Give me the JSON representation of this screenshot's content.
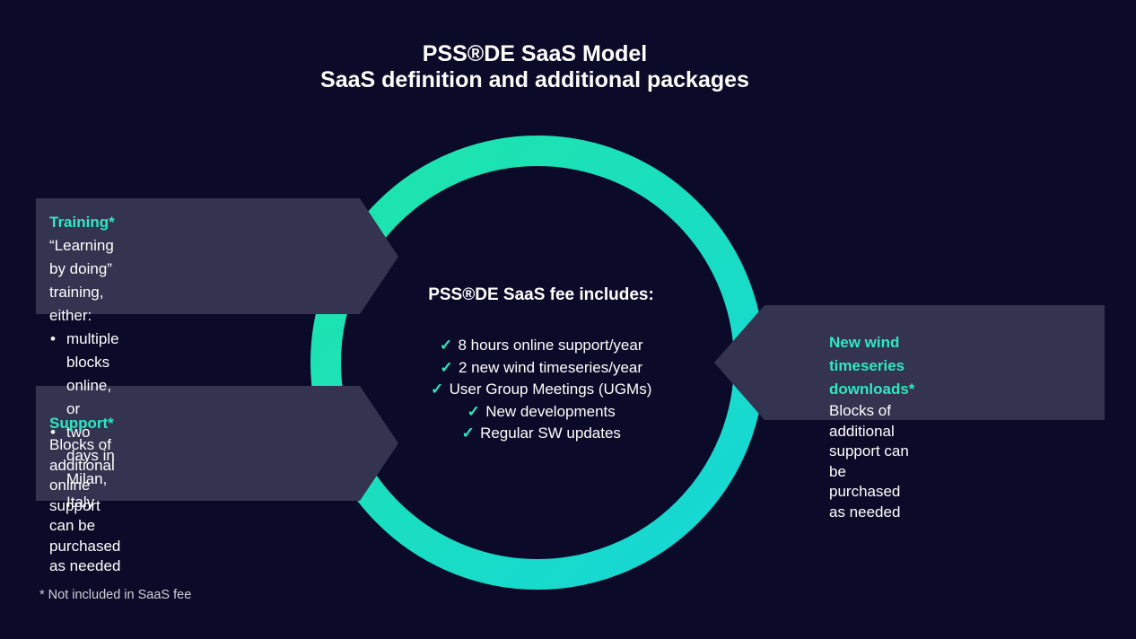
{
  "title": {
    "line1": "PSS®DE SaaS Model",
    "line2": "SaaS definition and additional packages"
  },
  "colors": {
    "background": "#0b0a28",
    "box": "#343350",
    "accent": "#2ee8c0",
    "ring_start": "#1ee6a8",
    "ring_end": "#16d6d8"
  },
  "center": {
    "heading": "PSS®DE SaaS fee includes:",
    "items": [
      "8 hours online support/year",
      "2 new wind timeseries/year",
      "User Group Meetings (UGMs)",
      "New developments",
      "Regular SW updates"
    ],
    "item_icon": "check-icon"
  },
  "training": {
    "heading": "Training*",
    "intro": "“Learning by doing” training,  either:",
    "bullets": [
      "multiple blocks online, or",
      "two days in Milan,  Italy"
    ]
  },
  "support": {
    "heading": "Support*",
    "line1": "Blocks of additional online support",
    "line2": "can be purchased as needed"
  },
  "wind": {
    "heading": "New wind timeseries downloads*",
    "line1": "Blocks of additional support can",
    "line2": "be purchased as needed"
  },
  "footnote": "* Not included in SaaS fee"
}
